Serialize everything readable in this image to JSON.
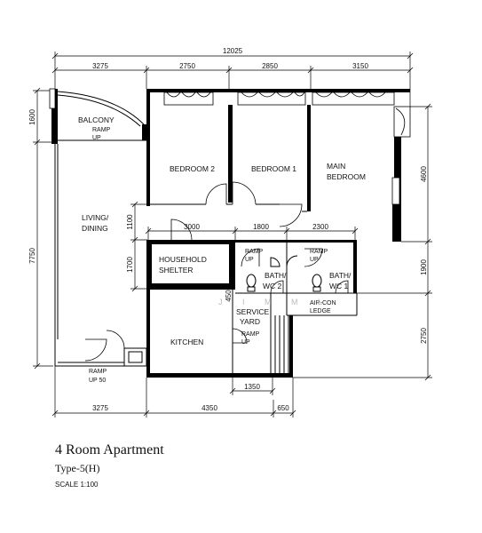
{
  "dimensions": {
    "overall_top": "12025",
    "top_segments": [
      "3275",
      "2750",
      "2850",
      "3150"
    ],
    "left_balcony": "1600",
    "left_living": "7750",
    "left_1100": "1100",
    "left_1700": "1700",
    "interior_row": [
      "3000",
      "1800",
      "2300"
    ],
    "side_450": "450",
    "right_4600": "4600",
    "right_1900": "1900",
    "right_2750": "2750",
    "bottom_1350": "1350",
    "bottom_segments": [
      "3275",
      "4350",
      "650"
    ]
  },
  "rooms": {
    "balcony": "BALCONY",
    "balcony_ramp_1": "RAMP",
    "balcony_ramp_2": "UP",
    "bedroom2": "BEDROOM  2",
    "bedroom1": "BEDROOM  1",
    "main_bedroom_1": "MAIN",
    "main_bedroom_2": "BEDROOM",
    "living_1": "LIVING/",
    "living_2": "DINING",
    "shelter_1": "HOUSEHOLD",
    "shelter_2": "SHELTER",
    "ramp_a_1": "RAMP",
    "ramp_a_2": "UP",
    "ramp_b_1": "RAMP",
    "ramp_b_2": "UP",
    "bath2_1": "BATH/",
    "bath2_2": "WC  2",
    "bath1_1": "BATH/",
    "bath1_2": "WC  1",
    "aircon_1": "AIR-CON",
    "aircon_2": "LEDGE",
    "service_1": "SERVICE",
    "service_2": "YARD",
    "service_ramp_1": "RAMP",
    "service_ramp_2": "UP",
    "kitchen": "KITCHEN",
    "entrance_ramp_1": "RAMP",
    "entrance_ramp_2": "UP  50"
  },
  "watermark": "J I M M  L",
  "caption": {
    "title": "4 Room Apartment",
    "type": "Type-5(H)",
    "scale": "SCALE  1:100"
  }
}
